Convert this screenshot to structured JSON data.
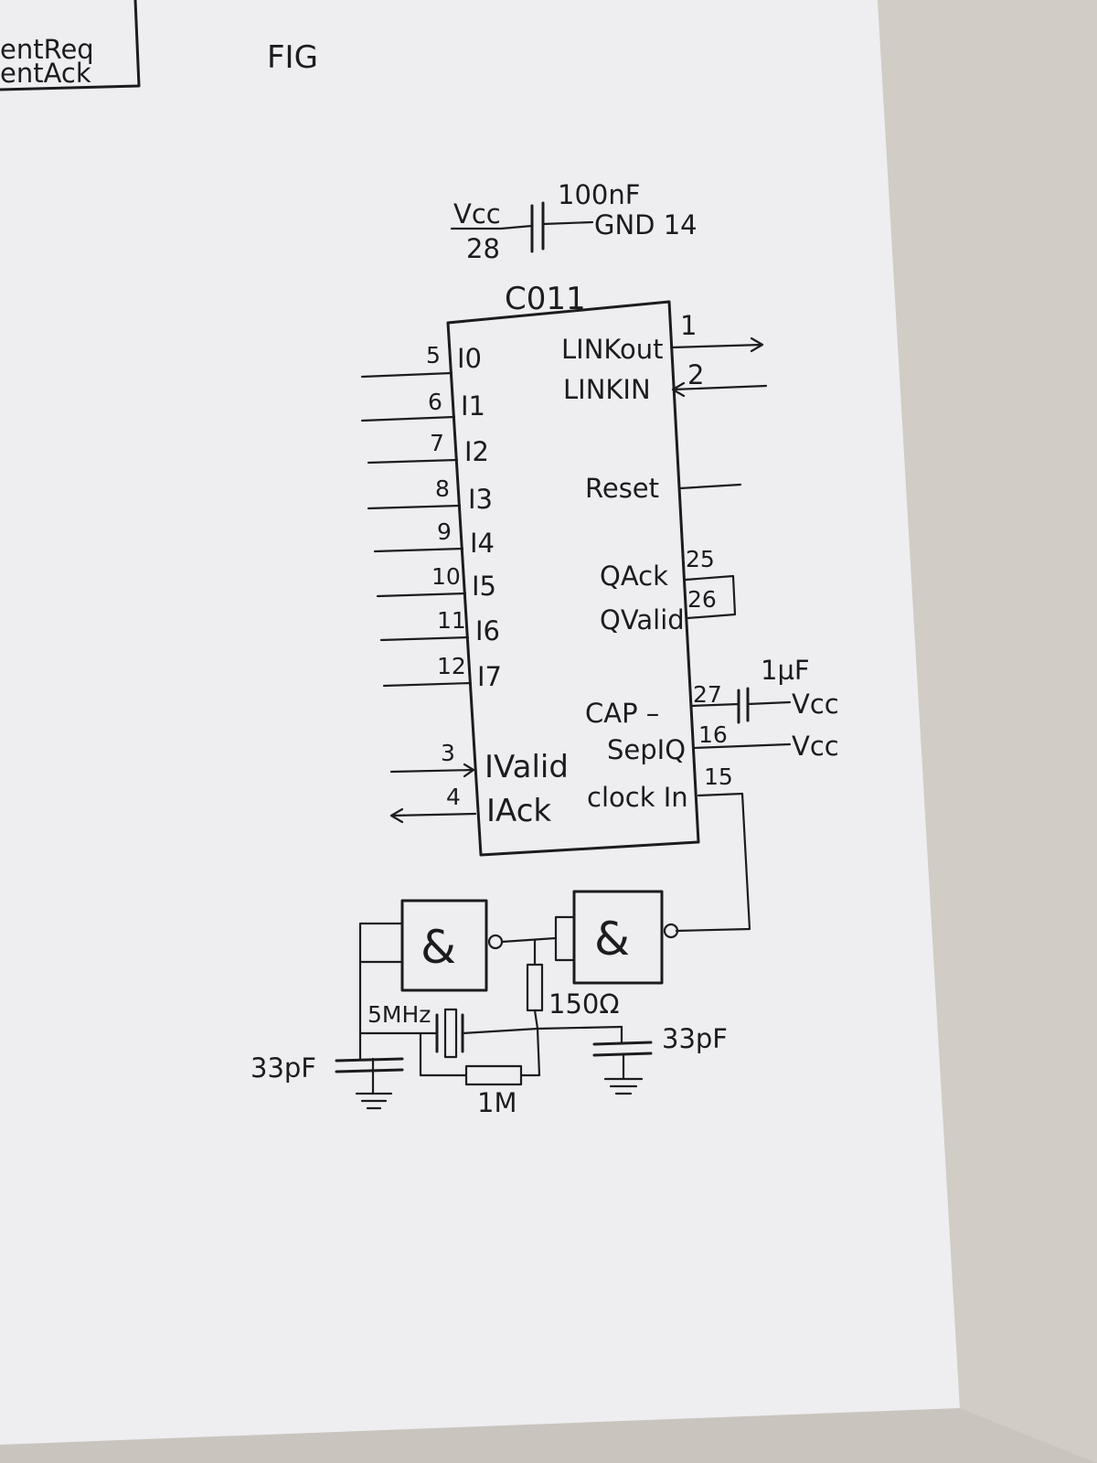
{
  "page": {
    "corner_box": {
      "line1": "entReq",
      "line2": "entAck"
    },
    "fig_label": "FIG"
  },
  "power": {
    "vcc": "Vcc",
    "vcc_pin": "28",
    "cap": "100nF",
    "gnd": "GND 14"
  },
  "chip": {
    "name": "C011",
    "inputs": [
      {
        "pin": "5",
        "label": "I0"
      },
      {
        "pin": "6",
        "label": "I1"
      },
      {
        "pin": "7",
        "label": "I2"
      },
      {
        "pin": "8",
        "label": "I3"
      },
      {
        "pin": "9",
        "label": "I4"
      },
      {
        "pin": "10",
        "label": "I5"
      },
      {
        "pin": "11",
        "label": "I6"
      },
      {
        "pin": "12",
        "label": "I7"
      }
    ],
    "ivalid": {
      "pin": "3",
      "label": "IValid"
    },
    "iack": {
      "pin": "4",
      "label": "IAck"
    },
    "linkout": {
      "pin": "1",
      "label": "LINKout"
    },
    "linkin": {
      "pin": "2",
      "label": "LINKIN"
    },
    "reset": {
      "label": "Reset"
    },
    "qack": {
      "pin": "25",
      "label": "QAck"
    },
    "qvalid": {
      "pin": "26",
      "label": "QValid"
    },
    "cap": {
      "pin": "27",
      "label": "CAP –",
      "cap_value": "1µF",
      "vcc": "Vcc"
    },
    "sepiq": {
      "pin": "16",
      "label": "SepIQ",
      "vcc": "Vcc"
    },
    "clockin": {
      "pin": "15",
      "label": "clock In"
    }
  },
  "oscillator": {
    "gate_symbol": "&",
    "resistor": "150Ω",
    "crystal": "5MHz",
    "feedback_resistor": "1M",
    "cap_left": "33pF",
    "cap_right": "33pF"
  }
}
